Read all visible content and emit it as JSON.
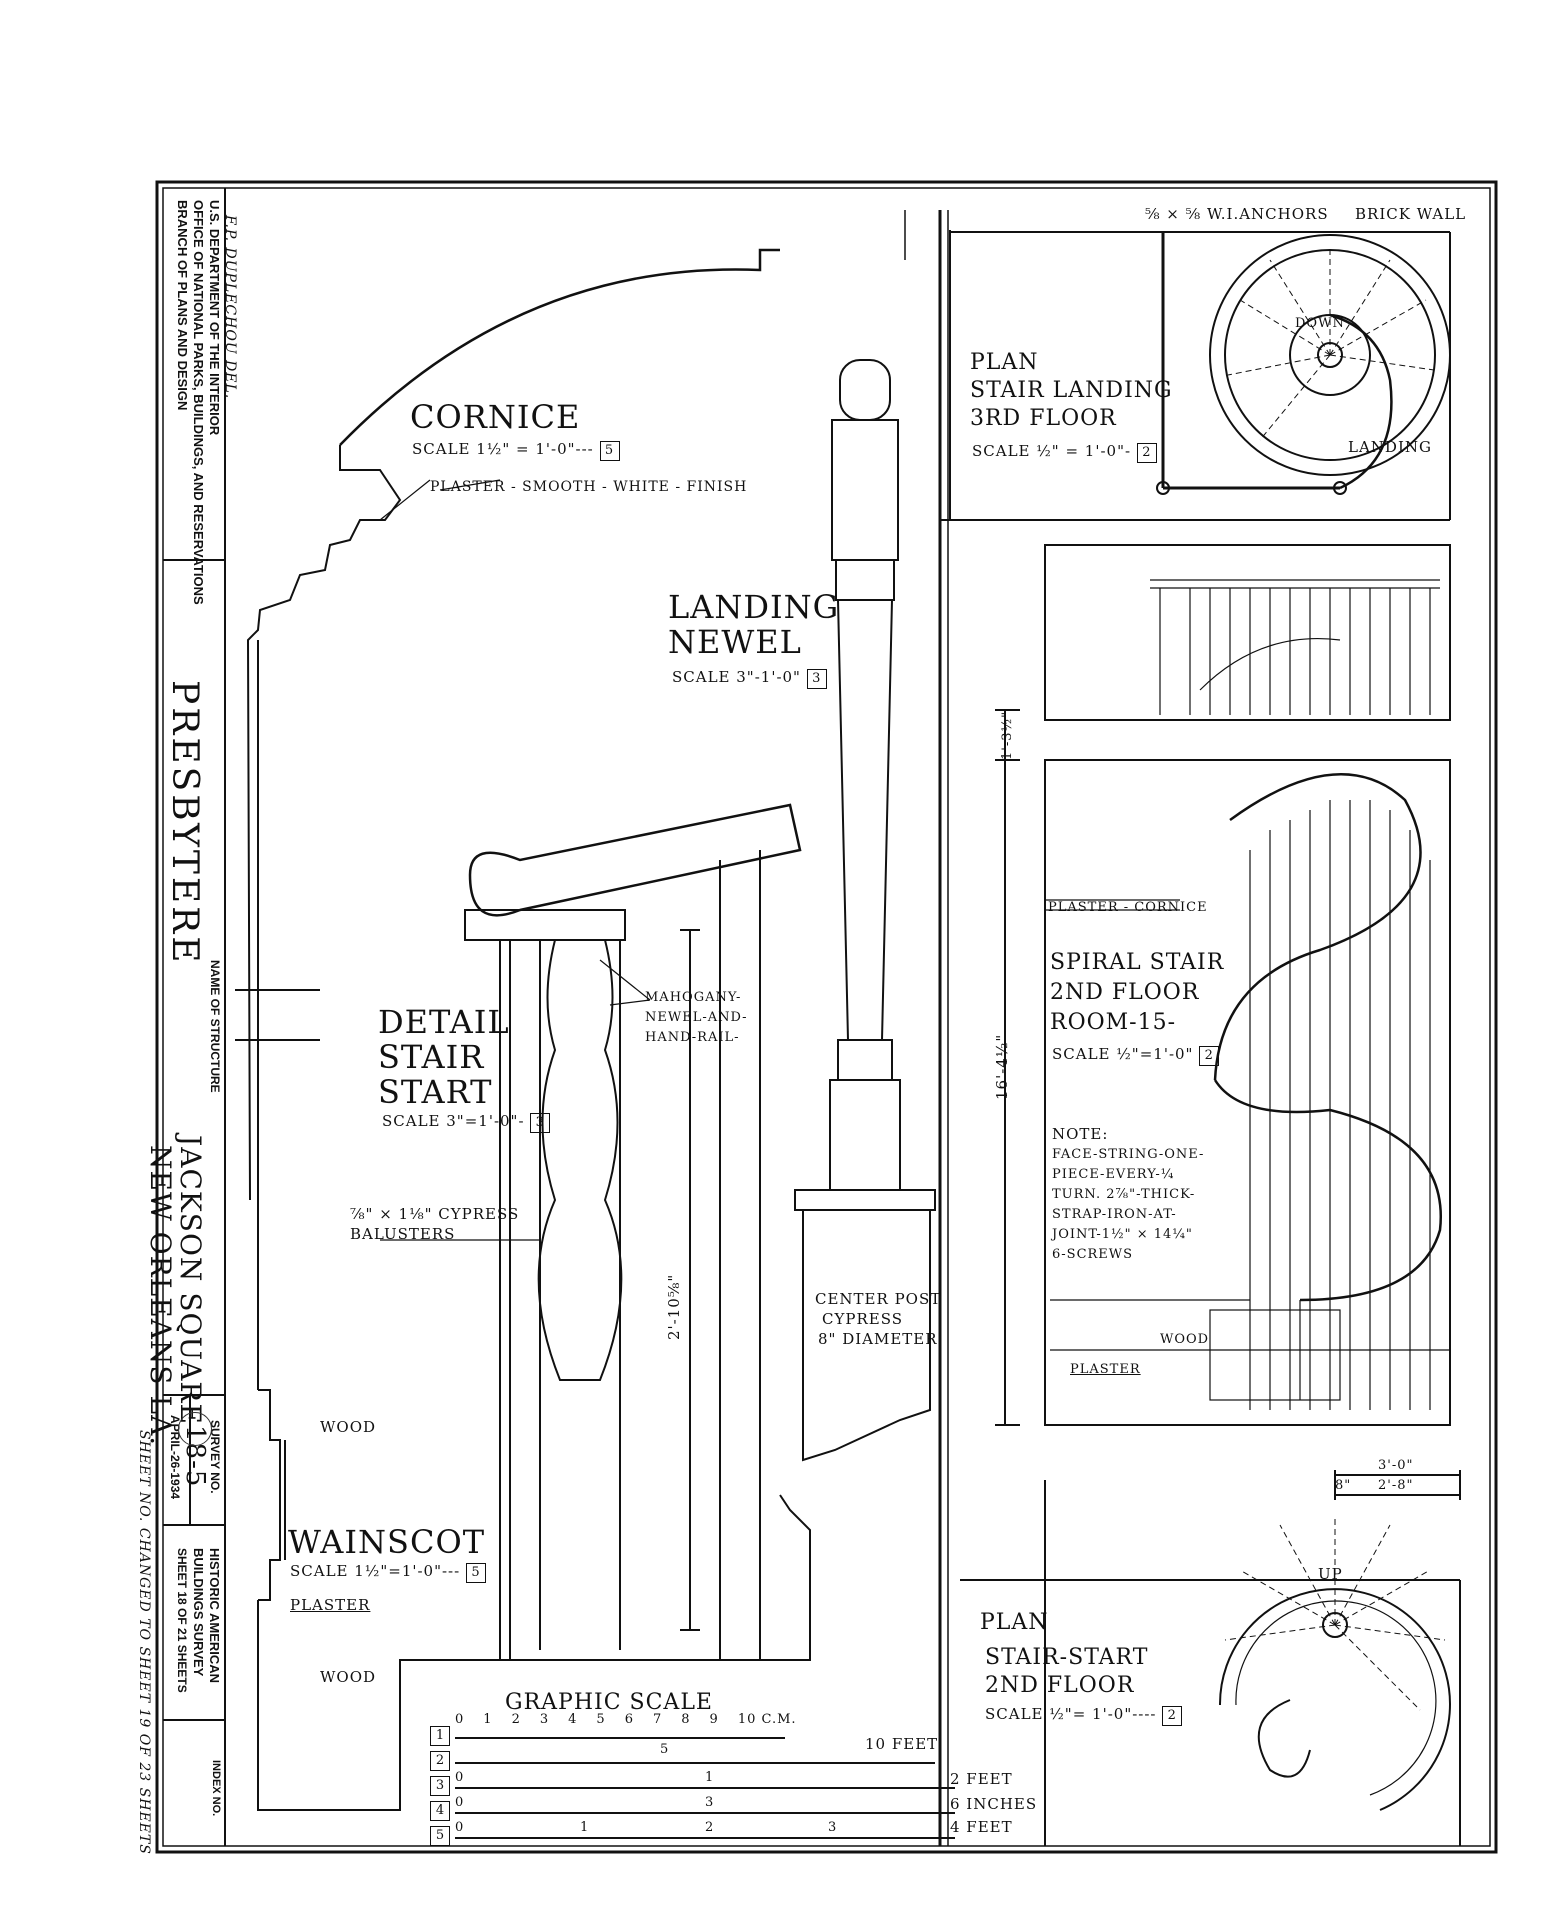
{
  "title_block": {
    "agency_line1": "U.S. DEPARTMENT OF THE INTERIOR",
    "agency_line2": "OFFICE OF NATIONAL PARKS, BUILDINGS, AND RESERVATIONS",
    "agency_line3": "BRANCH OF PLANS AND DESIGN",
    "delineator": "F.P. DUPLECHOU DEL.",
    "structure_label": "NAME OF STRUCTURE",
    "structure_name": "PRESBYTERE",
    "location_line1": "JACKSON SQUARE",
    "location_line2": "NEW ORLEANS LA.",
    "survey_label": "SURVEY NO.",
    "survey_number": "18-5",
    "date": "APRIL-26-1934",
    "survey_title_line1": "HISTORIC AMERICAN",
    "survey_title_line2": "BUILDINGS SURVEY",
    "sheet_line": "SHEET 18 OF 21 SHEETS",
    "index_label": "INDEX NO.",
    "sheet_note": "SHEET NO. CHANGED TO SHEET 19 OF 23 SHEETS"
  },
  "cornice": {
    "title": "CORNICE",
    "scale": "SCALE 1½\" = 1'-0\"---",
    "scale_ref": "5",
    "note": "PLASTER - SMOOTH - WHITE - FINISH"
  },
  "landing_newel": {
    "title_line1": "LANDING",
    "title_line2": "NEWEL",
    "scale": "SCALE 3\"-1'-0\"",
    "scale_ref": "3"
  },
  "detail_stair_start": {
    "title_line1": "DETAIL",
    "title_line2": "STAIR",
    "title_line3": "START",
    "scale": "SCALE 3\"=1'-0\"-",
    "scale_ref": "3",
    "mahogany_note_line1": "MAHOGANY-",
    "mahogany_note_line2": "NEWEL-AND-",
    "mahogany_note_line3": "HAND-RAIL-",
    "balusters_line1": "⅞\" × 1⅛\" CYPRESS",
    "balusters_line2": "BALUSTERS",
    "dimension": "2'-10⅝\"",
    "center_post_line1": "CENTER POST",
    "center_post_line2": "CYPRESS",
    "center_post_line3": "8\" DIAMETER"
  },
  "wainscot": {
    "title": "WAINSCOT",
    "scale": "SCALE 1½\"=1'-0\"---",
    "scale_ref": "5",
    "wood_top": "WOOD",
    "plaster": "PLASTER",
    "wood_bottom": "WOOD"
  },
  "plan_landing": {
    "title_line1": "PLAN",
    "title_line2": "STAIR LANDING",
    "title_line3": "3RD FLOOR",
    "scale": "SCALE ½\" = 1'-0\"-",
    "scale_ref": "2",
    "anchors": "⅝ × ⅝ W.I.ANCHORS",
    "brick_wall": "BRICK WALL",
    "down": "DOWN",
    "landing": "LANDING"
  },
  "spiral_stair": {
    "title_line1": "SPIRAL STAIR",
    "title_line2": "2ND FLOOR",
    "title_line3": "ROOM-15-",
    "scale": "SCALE ½\"=1'-0\"",
    "scale_ref": "2",
    "plaster_cornice": "PLASTER - CORNICE",
    "dim_top": "1'-3½\"",
    "dim_height": "16'-4½\"",
    "note_title": "NOTE:",
    "note_line1": "FACE-STRING-ONE-",
    "note_line2": "PIECE-EVERY-¼",
    "note_line3": "TURN. 2⅞\"-THICK-",
    "note_line4": "STRAP-IRON-AT-",
    "note_line5": "JOINT-1½\" × 14¼\"",
    "note_line6": "6-SCREWS",
    "wood": "WOOD",
    "plaster": "PLASTER"
  },
  "plan_start": {
    "title_line1": "PLAN",
    "title_line2": "STAIR-START",
    "title_line3": "2ND FLOOR",
    "scale": "SCALE ½\"= 1'-0\"----",
    "scale_ref": "2",
    "up": "UP",
    "dim_outer": "3'-0\"",
    "dim_inner": "2'-8\"",
    "dim_small": "8\""
  },
  "graphic_scale": {
    "title": "GRAPHIC SCALE",
    "row1_ticks": [
      "0",
      "1",
      "2",
      "3",
      "4",
      "5",
      "6",
      "7",
      "8",
      "9",
      "10 C.M."
    ],
    "row1_ref": "1",
    "row2_ref": "2",
    "row2_mid": "5",
    "row2_end": "10 FEET",
    "row3_ref": "3",
    "row3_ticks": [
      "0",
      "1",
      "2 FEET"
    ],
    "row4_ref": "4",
    "row4_ticks": [
      "0",
      "3",
      "6 INCHES"
    ],
    "row5_ref": "5",
    "row5_ticks": [
      "0",
      "1",
      "2",
      "3",
      "4 FEET"
    ]
  }
}
